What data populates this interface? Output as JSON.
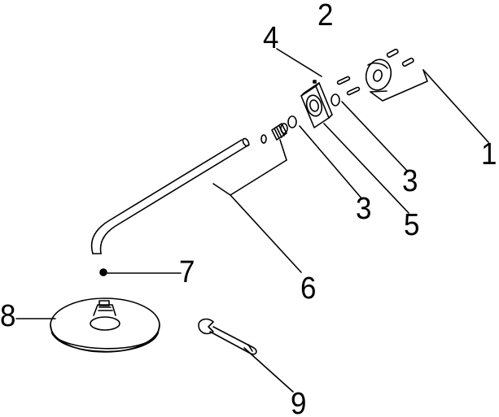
{
  "diagram": {
    "type": "exploded-parts-drawing",
    "line_color": "#000000",
    "background": "#ffffff",
    "callouts": {
      "c1": "1",
      "c2": "2",
      "c3a": "3",
      "c3b": "3",
      "c4": "4",
      "c5": "5",
      "c6": "6",
      "c7": "7",
      "c8": "8",
      "c9": "9"
    }
  }
}
